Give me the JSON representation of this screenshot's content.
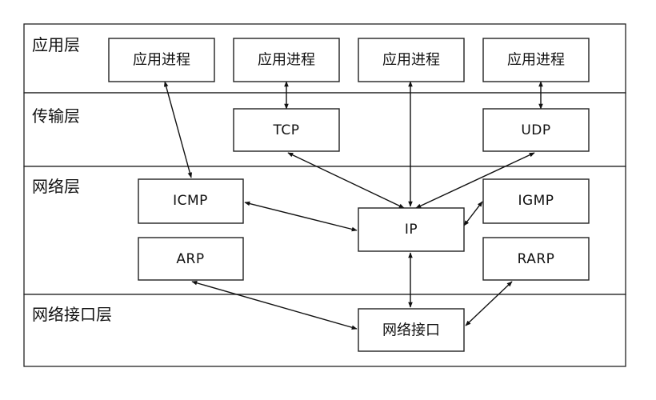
{
  "layers": {
    "application": "应用层",
    "transport": "传输层",
    "network": "网络层",
    "link": "网络接口层"
  },
  "nodes": {
    "app1": "应用进程",
    "app2": "应用进程",
    "app3": "应用进程",
    "app4": "应用进程",
    "tcp": "TCP",
    "udp": "UDP",
    "icmp": "ICMP",
    "igmp": "IGMP",
    "ip": "IP",
    "arp": "ARP",
    "rarp": "RARP",
    "netif": "网络接口"
  }
}
